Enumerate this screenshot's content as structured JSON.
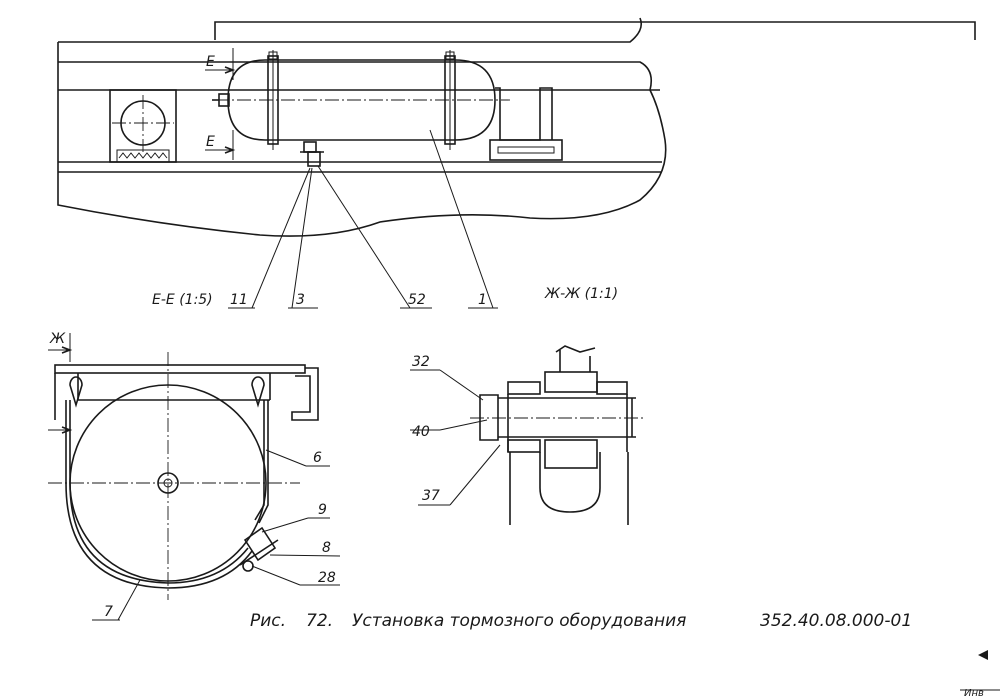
{
  "drawing": {
    "caption_prefix": "Рис.",
    "figure_number": "72.",
    "caption_title": "Установка тормозного оборудования",
    "doc_code": "352.40.08.000-01",
    "section_ee": "Е-Е (1:5)",
    "section_zhzh": "Ж-Ж (1:1)",
    "marker_e": "E",
    "marker_zh": "Ж",
    "corner_text": "Инв"
  },
  "callouts": [
    {
      "id": "11",
      "text": "11"
    },
    {
      "id": "3",
      "text": "3"
    },
    {
      "id": "52",
      "text": "52"
    },
    {
      "id": "1",
      "text": "1"
    },
    {
      "id": "6",
      "text": "6"
    },
    {
      "id": "9",
      "text": "9"
    },
    {
      "id": "8",
      "text": "8"
    },
    {
      "id": "28",
      "text": "28"
    },
    {
      "id": "7",
      "text": "7"
    },
    {
      "id": "32",
      "text": "32"
    },
    {
      "id": "40",
      "text": "40"
    },
    {
      "id": "37",
      "text": "37"
    }
  ]
}
